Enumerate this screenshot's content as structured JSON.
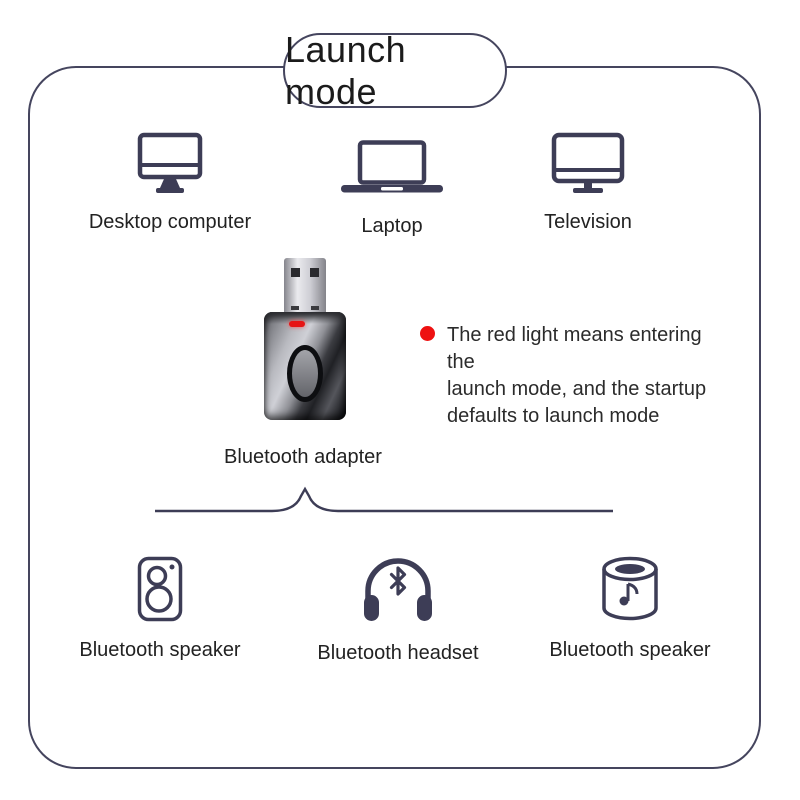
{
  "title": "Launch mode",
  "top_devices": [
    {
      "label": "Desktop computer",
      "icon": "desktop-computer-icon"
    },
    {
      "label": "Laptop",
      "icon": "laptop-icon"
    },
    {
      "label": "Television",
      "icon": "television-icon"
    }
  ],
  "adapter": {
    "label": "Bluetooth adapter",
    "led_state": "red"
  },
  "note": {
    "lines": [
      "The red light means entering the",
      "launch mode, and the startup",
      "defaults to launch mode"
    ]
  },
  "bottom_devices": [
    {
      "label": "Bluetooth speaker",
      "icon": "box-speaker-icon"
    },
    {
      "label": "Bluetooth headset",
      "icon": "bluetooth-headset-icon"
    },
    {
      "label": "Bluetooth speaker",
      "icon": "cylinder-speaker-icon"
    }
  ],
  "colors": {
    "accent": "#3d3d56",
    "frame_border": "#45455e",
    "text": "#2b2b2b",
    "led_red": "#ee1111"
  }
}
